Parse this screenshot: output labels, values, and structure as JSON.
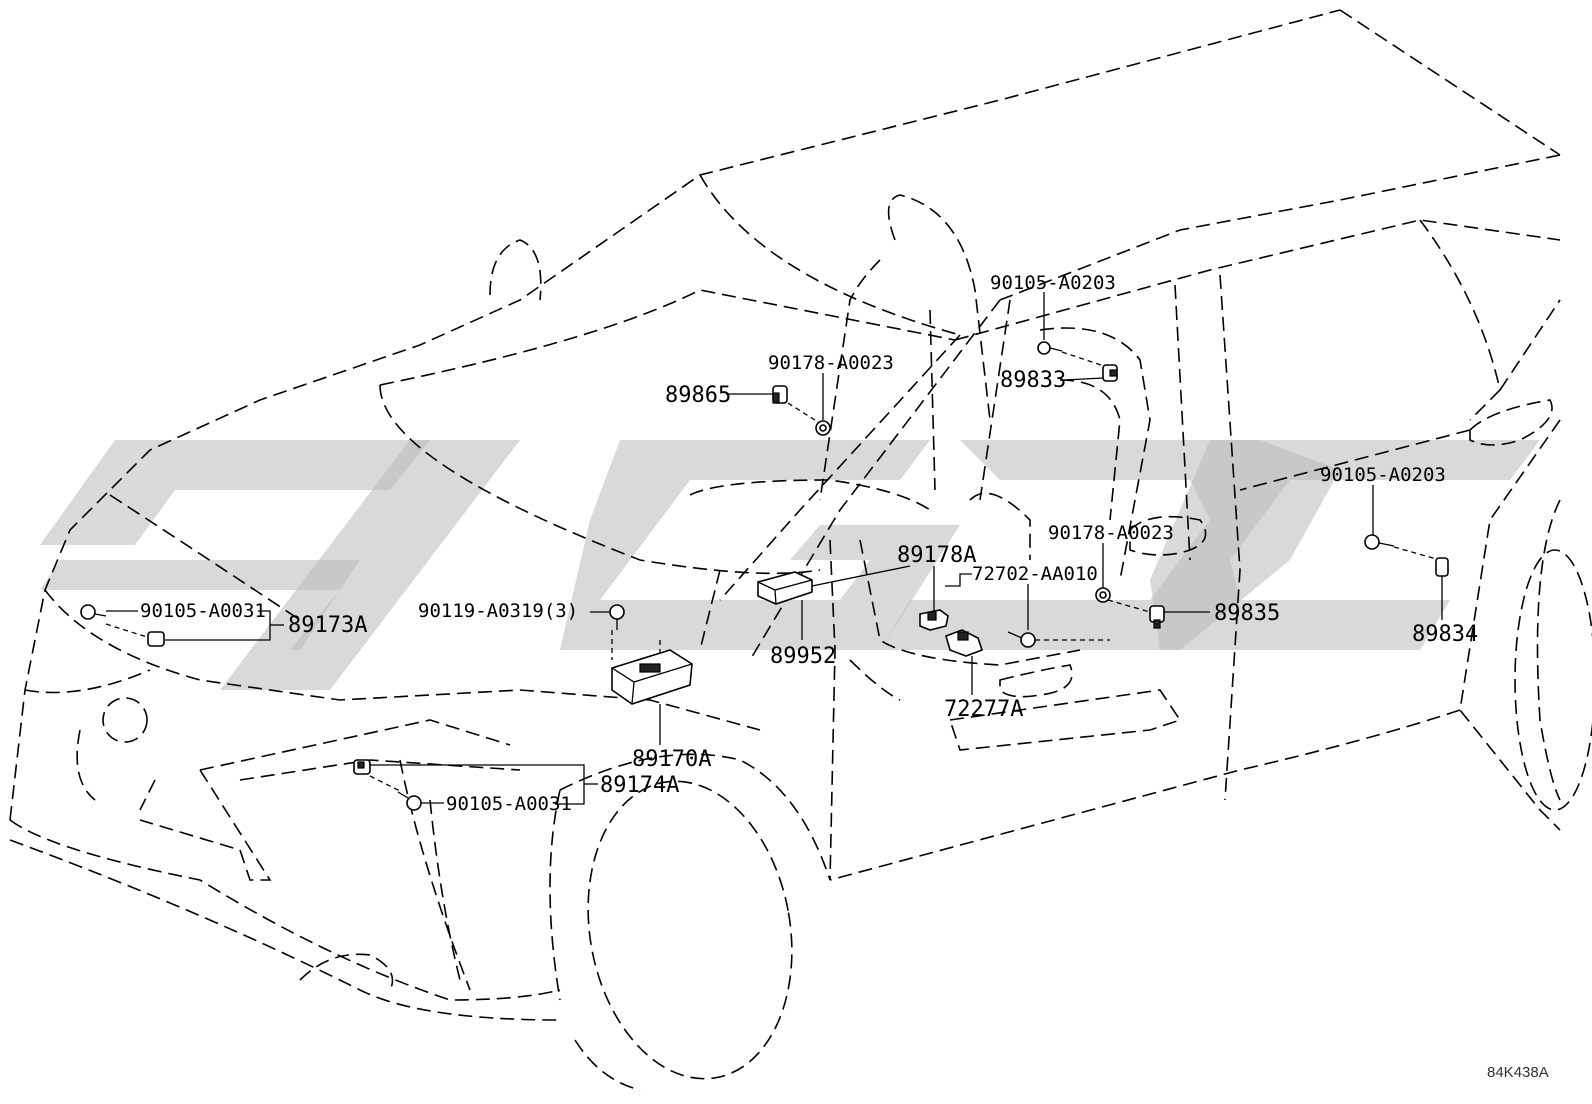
{
  "watermark": {
    "text": "SGDC",
    "color": "#b9b9b9"
  },
  "labels": {
    "p90105_a0203_top": "90105-A0203",
    "p90178_a0023_top": "90178-A0023",
    "p89865": "89865",
    "p89833": "89833",
    "p90105_a0203_right": "90105-A0203",
    "p90178_a0023_mid": "90178-A0023",
    "p89178a": "89178A",
    "p72702_aa010": "72702-AA010",
    "p90119_a0319": "90119-A0319(3)",
    "p89835": "89835",
    "p89834": "89834",
    "p90105_a0031_top": "90105-A0031",
    "p89173a": "89173A",
    "p89952": "89952",
    "p72277a": "72277A",
    "p89170a": "89170A",
    "p89174a": "89174A",
    "p90105_a0031_bottom": "90105-A0031"
  },
  "diagram_ref": "84K438A",
  "icons": {
    "bolt": "bolt-icon",
    "sensor": "sensor-icon",
    "clip": "clip-icon",
    "ecu": "airbag-ecu-icon"
  }
}
